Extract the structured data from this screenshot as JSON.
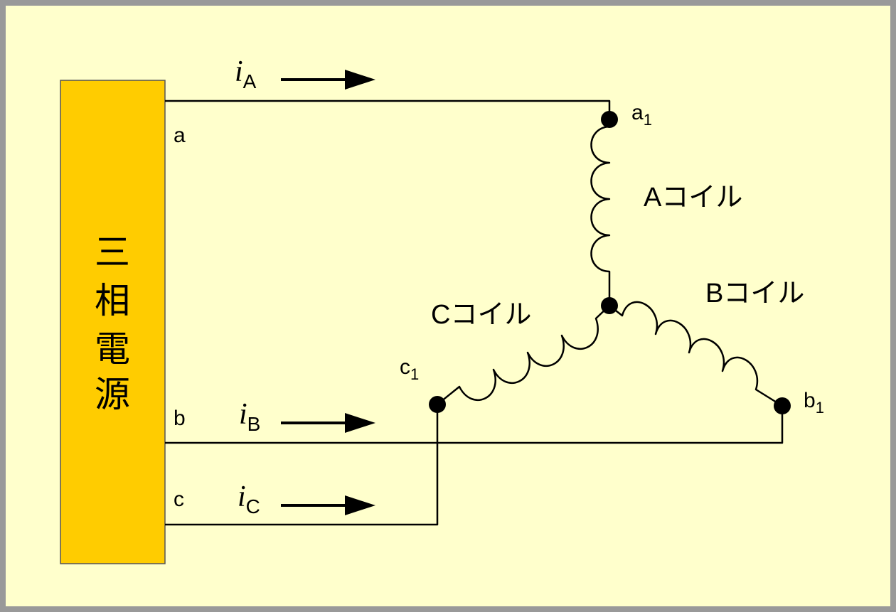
{
  "colors": {
    "background": "#ffffcc",
    "frame": "#999999",
    "source_fill": "#ffcc00",
    "source_stroke": "#555555",
    "ink": "#000000"
  },
  "source": {
    "chars": [
      "三",
      "相",
      "電",
      "源"
    ]
  },
  "lines": {
    "a": "a",
    "b": "b",
    "c": "c"
  },
  "currents": {
    "a": {
      "symbol": "i",
      "sub": "A"
    },
    "b": {
      "symbol": "i",
      "sub": "B"
    },
    "c": {
      "symbol": "i",
      "sub": "C"
    }
  },
  "terminals": {
    "a1": {
      "letter": "a",
      "sub": "1"
    },
    "b1": {
      "letter": "b",
      "sub": "1"
    },
    "c1": {
      "letter": "c",
      "sub": "1"
    }
  },
  "coils": {
    "a": "Aコイル",
    "b": "Bコイル",
    "c": "Cコイル"
  },
  "icons": {
    "current_arrow": "arrow-right-icon",
    "terminal": "terminal-dot-icon"
  }
}
